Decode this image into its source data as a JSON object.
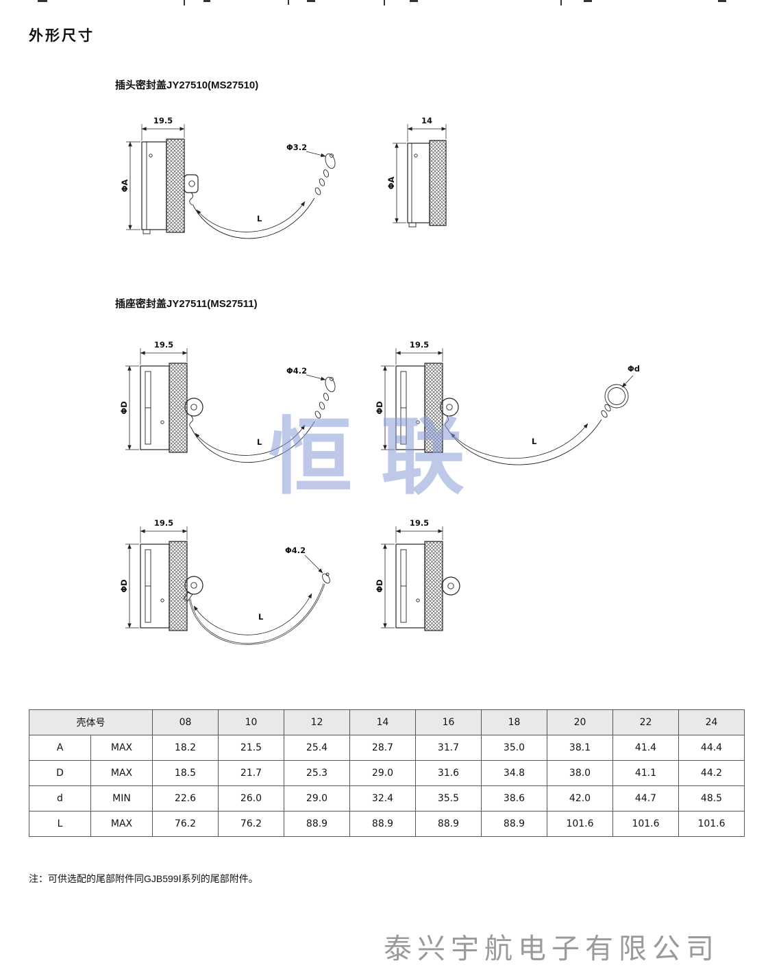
{
  "page": {
    "title": "外形尺寸",
    "watermark": "恒联",
    "footer_watermark": "泰兴宇航电子有限公司",
    "note": "注：可供选配的尾部附件同GJB599Ⅰ系列的尾部附件。"
  },
  "sections": {
    "plug": {
      "title": "插头密封盖JY27510(MS27510)"
    },
    "receptacle": {
      "title": "插座密封盖JY27511(MS27511)"
    }
  },
  "drawings": {
    "plug_chain": {
      "top_dim": "19.5",
      "side_dim": "ΦA",
      "hole_dim": "Φ3.2",
      "length_dim": "L"
    },
    "plug_plain": {
      "top_dim": "14",
      "side_dim": "ΦA"
    },
    "recep_chain": {
      "top_dim": "19.5",
      "side_dim": "ΦD",
      "hole_dim": "Φ4.2",
      "length_dim": "L"
    },
    "recep_ring": {
      "top_dim": "19.5",
      "side_dim": "ΦD",
      "ring_dim": "Φd",
      "length_dim": "L"
    },
    "recep_rope": {
      "top_dim": "19.5",
      "side_dim": "ΦD",
      "hole_dim": "Φ4.2",
      "length_dim": "L"
    },
    "recep_plain": {
      "top_dim": "19.5",
      "side_dim": "ΦD"
    }
  },
  "table": {
    "corner_label": "壳体号",
    "columns": [
      "08",
      "10",
      "12",
      "14",
      "16",
      "18",
      "20",
      "22",
      "24"
    ],
    "rows": [
      {
        "param": "A",
        "limit": "MAX",
        "values": [
          "18.2",
          "21.5",
          "25.4",
          "28.7",
          "31.7",
          "35.0",
          "38.1",
          "41.4",
          "44.4"
        ]
      },
      {
        "param": "D",
        "limit": "MAX",
        "values": [
          "18.5",
          "21.7",
          "25.3",
          "29.0",
          "31.6",
          "34.8",
          "38.0",
          "41.1",
          "44.2"
        ]
      },
      {
        "param": "d",
        "limit": "MIN",
        "values": [
          "22.6",
          "26.0",
          "29.0",
          "32.4",
          "35.5",
          "38.6",
          "42.0",
          "44.7",
          "48.5"
        ]
      },
      {
        "param": "L",
        "limit": "MAX",
        "values": [
          "76.2",
          "76.2",
          "88.9",
          "88.9",
          "88.9",
          "88.9",
          "101.6",
          "101.6",
          "101.6"
        ]
      }
    ]
  }
}
